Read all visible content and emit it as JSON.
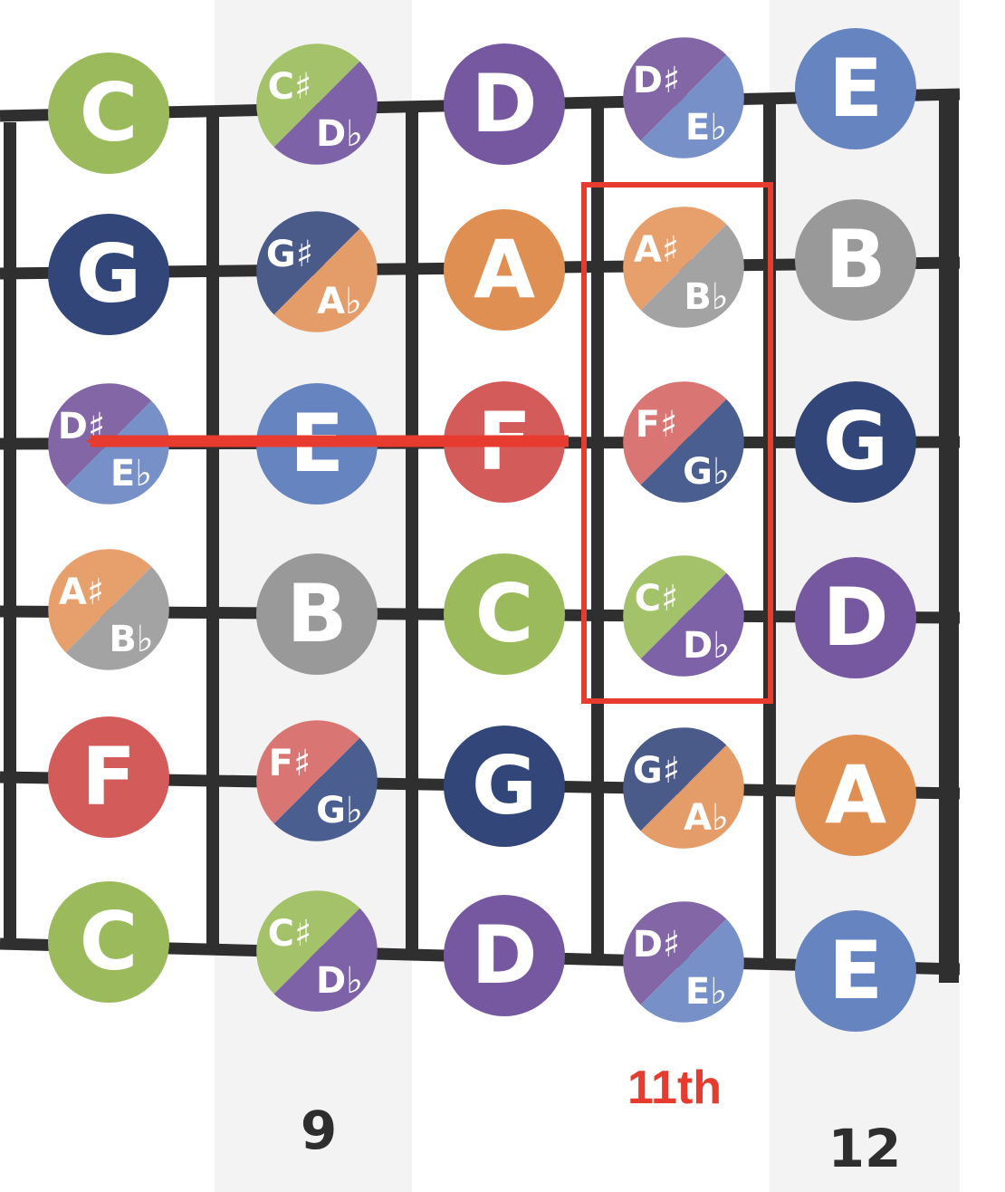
{
  "colors": {
    "C": "#9bba5c",
    "D": "#7658a0",
    "E": "#6684c0",
    "F": "#d35c5a",
    "G": "#324679",
    "A": "#e08f52",
    "B": "#999999",
    "Db": "#7d62a8",
    "Eb": "#7791c8",
    "Gb": "#4a5e90",
    "Ab": "#e49c68",
    "Bb": "#a3a3a3",
    "Csharp": "#a4c26a",
    "Dsharp": "#8366a6",
    "Fsharp": "#d97572",
    "Gsharp": "#4a5b8a",
    "Asharp": "#e79f6b",
    "fret_line": "#2f2f2f",
    "shade": "#f3f3f3",
    "highlight": "#e63b2e"
  },
  "fret_numbers": [
    "9",
    "12"
  ],
  "annotation": {
    "label": "11th"
  },
  "strings": [
    {
      "notes": [
        {
          "type": "natural",
          "label": "C",
          "color": "C"
        },
        {
          "type": "sharp",
          "sharp": "C♯",
          "flat": "D♭",
          "color_a": "Csharp",
          "color_b": "Db"
        },
        {
          "type": "natural",
          "label": "D",
          "color": "D"
        },
        {
          "type": "sharp",
          "sharp": "D♯",
          "flat": "E♭",
          "color_a": "Dsharp",
          "color_b": "Eb"
        },
        {
          "type": "natural",
          "label": "E",
          "color": "E"
        }
      ]
    },
    {
      "notes": [
        {
          "type": "natural",
          "label": "G",
          "color": "G"
        },
        {
          "type": "sharp",
          "sharp": "G♯",
          "flat": "A♭",
          "color_a": "Gsharp",
          "color_b": "Ab"
        },
        {
          "type": "natural",
          "label": "A",
          "color": "A"
        },
        {
          "type": "sharp",
          "sharp": "A♯",
          "flat": "B♭",
          "color_a": "Asharp",
          "color_b": "Bb"
        },
        {
          "type": "natural",
          "label": "B",
          "color": "B"
        }
      ]
    },
    {
      "notes": [
        {
          "type": "sharp",
          "sharp": "D♯",
          "flat": "E♭",
          "color_a": "Dsharp",
          "color_b": "Eb"
        },
        {
          "type": "natural",
          "label": "E",
          "color": "E"
        },
        {
          "type": "natural",
          "label": "F",
          "color": "F"
        },
        {
          "type": "sharp",
          "sharp": "F♯",
          "flat": "G♭",
          "color_a": "Fsharp",
          "color_b": "Gb"
        },
        {
          "type": "natural",
          "label": "G",
          "color": "G"
        }
      ]
    },
    {
      "notes": [
        {
          "type": "sharp",
          "sharp": "A♯",
          "flat": "B♭",
          "color_a": "Asharp",
          "color_b": "Bb"
        },
        {
          "type": "natural",
          "label": "B",
          "color": "B"
        },
        {
          "type": "natural",
          "label": "C",
          "color": "C"
        },
        {
          "type": "sharp",
          "sharp": "C♯",
          "flat": "D♭",
          "color_a": "Csharp",
          "color_b": "Db"
        },
        {
          "type": "natural",
          "label": "D",
          "color": "D"
        }
      ]
    },
    {
      "notes": [
        {
          "type": "natural",
          "label": "F",
          "color": "F"
        },
        {
          "type": "sharp",
          "sharp": "F♯",
          "flat": "G♭",
          "color_a": "Fsharp",
          "color_b": "Gb"
        },
        {
          "type": "natural",
          "label": "G",
          "color": "G"
        },
        {
          "type": "sharp",
          "sharp": "G♯",
          "flat": "A♭",
          "color_a": "Gsharp",
          "color_b": "Ab"
        },
        {
          "type": "natural",
          "label": "A",
          "color": "A"
        }
      ]
    },
    {
      "notes": [
        {
          "type": "natural",
          "label": "C",
          "color": "C"
        },
        {
          "type": "sharp",
          "sharp": "C♯",
          "flat": "D♭",
          "color_a": "Csharp",
          "color_b": "Db"
        },
        {
          "type": "natural",
          "label": "D",
          "color": "D"
        },
        {
          "type": "sharp",
          "sharp": "D♯",
          "flat": "E♭",
          "color_a": "Dsharp",
          "color_b": "Eb"
        },
        {
          "type": "natural",
          "label": "E",
          "color": "E"
        }
      ]
    }
  ]
}
